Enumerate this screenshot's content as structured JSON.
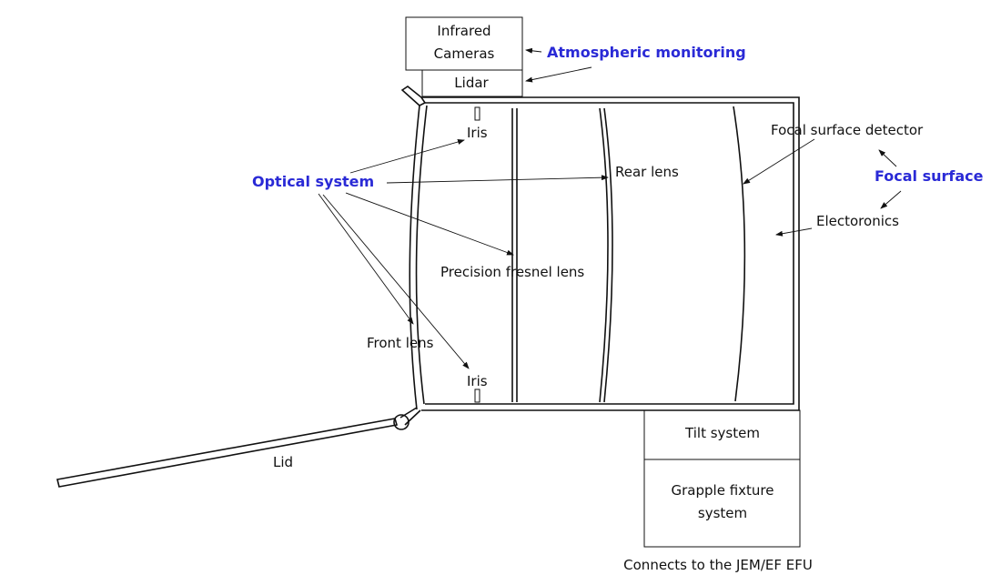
{
  "labels": {
    "infrared_cameras_line1": "Infrared",
    "infrared_cameras_line2": "Cameras",
    "lidar": "Lidar",
    "atmospheric_monitoring": "Atmospheric monitoring",
    "iris_top": "Iris",
    "iris_bottom": "Iris",
    "optical_system": "Optical system",
    "rear_lens": "Rear lens",
    "focal_surface_detector": "Focal surface detector",
    "focal_surface": "Focal surface",
    "electronics": "Electoronics",
    "precision_fresnel_lens": "Precision fresnel lens",
    "front_lens": "Front lens",
    "lid": "Lid",
    "tilt_system": "Tilt system",
    "grapple_line1": "Grapple fixture",
    "grapple_line2": "system",
    "connects": "Connects to the JEM/EF EFU"
  },
  "colors": {
    "accent_blue": "#2a2ad6",
    "line": "#111111"
  }
}
